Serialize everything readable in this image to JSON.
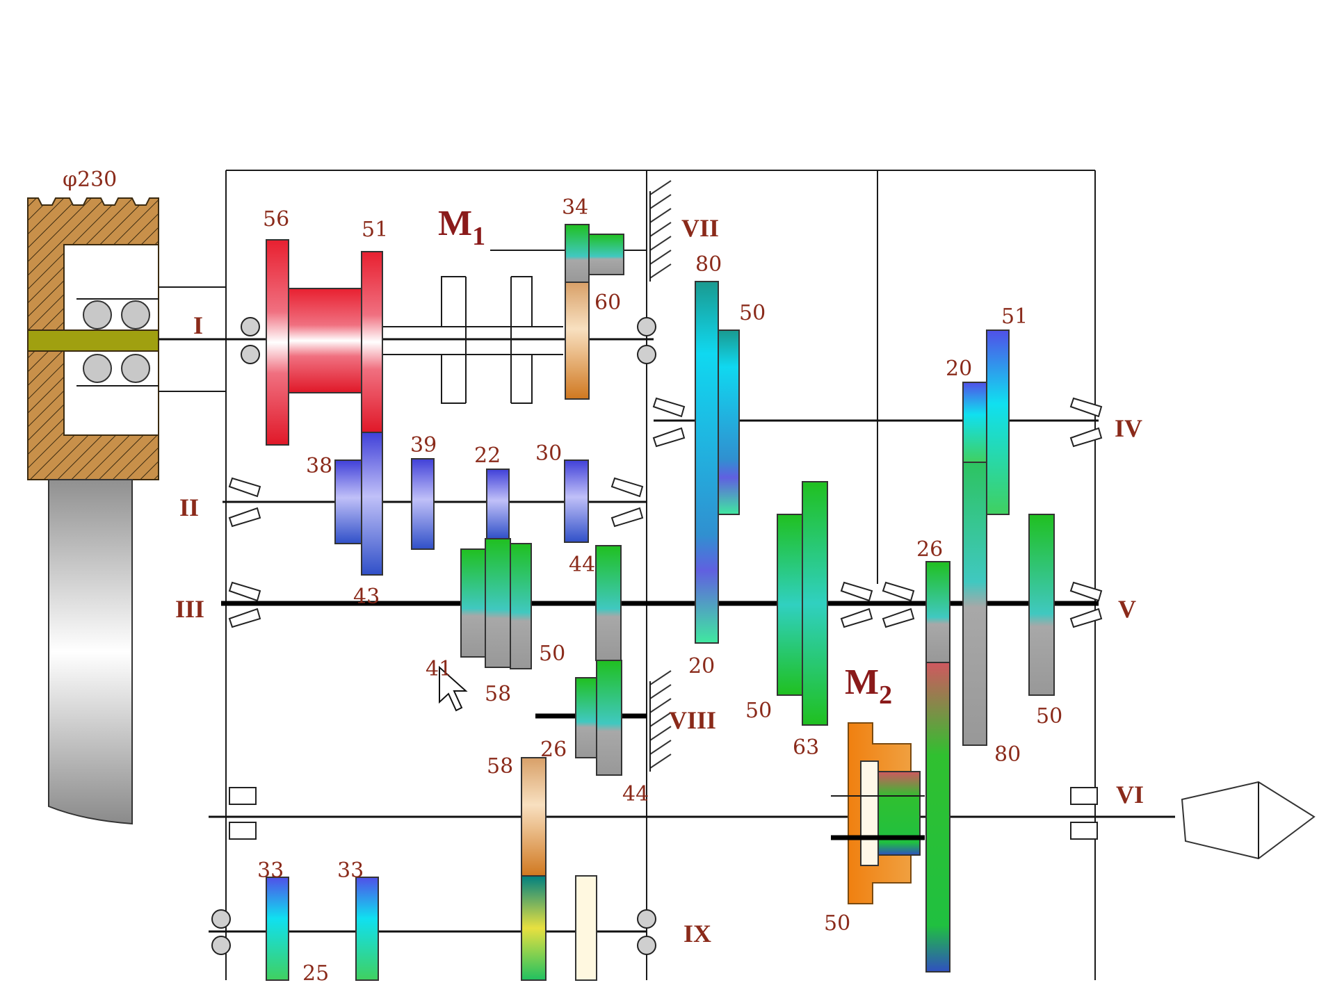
{
  "diagram": {
    "pulley_label": "φ230",
    "clutch_m1": {
      "main": "M",
      "sub": "1"
    },
    "clutch_m2": {
      "main": "M",
      "sub": "2"
    },
    "shaft_labels": [
      "I",
      "II",
      "III",
      "IV",
      "V",
      "VI",
      "VII",
      "VIII",
      "IX"
    ],
    "tooth_labels": [
      "56",
      "51",
      "34",
      "60",
      "80",
      "50",
      "51",
      "20",
      "38",
      "39",
      "22",
      "30",
      "43",
      "44",
      "41",
      "58",
      "50",
      "20",
      "26",
      "50",
      "63",
      "80",
      "50",
      "58",
      "26",
      "44",
      "50",
      "33",
      "33",
      "25"
    ],
    "colors": {
      "red": "#e02030",
      "blue": "#5a5ae8",
      "green": "#30c030",
      "cyan": "#20d0e8",
      "tan": "#e0a060",
      "gray": "#a0a0a0",
      "orange": "#f09020",
      "olive": "#a0a010",
      "pulley": "#c8904a"
    }
  }
}
